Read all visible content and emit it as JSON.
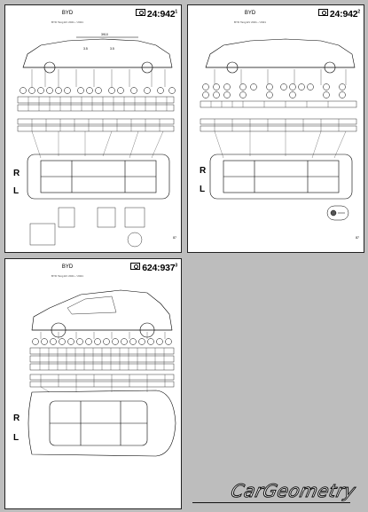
{
  "sheets": [
    {
      "brand": "BYD",
      "model_line": "BYD Tang EV 2021- / 2021",
      "code": "24:942",
      "code_sup": "1",
      "page_number": "87",
      "side_labels": {
        "right": "R",
        "left": "L"
      },
      "dimension_labels": [
        "3910",
        "3.5",
        "3.5"
      ]
    },
    {
      "brand": "BYD",
      "model_line": "BYD Tang EV 2021- / 2021",
      "code": "24:942",
      "code_sup": "2",
      "page_number": "87",
      "side_labels": {
        "right": "R",
        "left": "L"
      }
    },
    {
      "brand": "BYD",
      "model_line": "BYD Tang EV 2021- / 2021",
      "code": "624:937",
      "code_sup": "3",
      "side_labels": {
        "right": "R",
        "left": "L"
      }
    }
  ],
  "watermark": "CarGeometry",
  "colors": {
    "background": "#bdbdbd",
    "sheet": "#ffffff",
    "ink": "#000000"
  }
}
